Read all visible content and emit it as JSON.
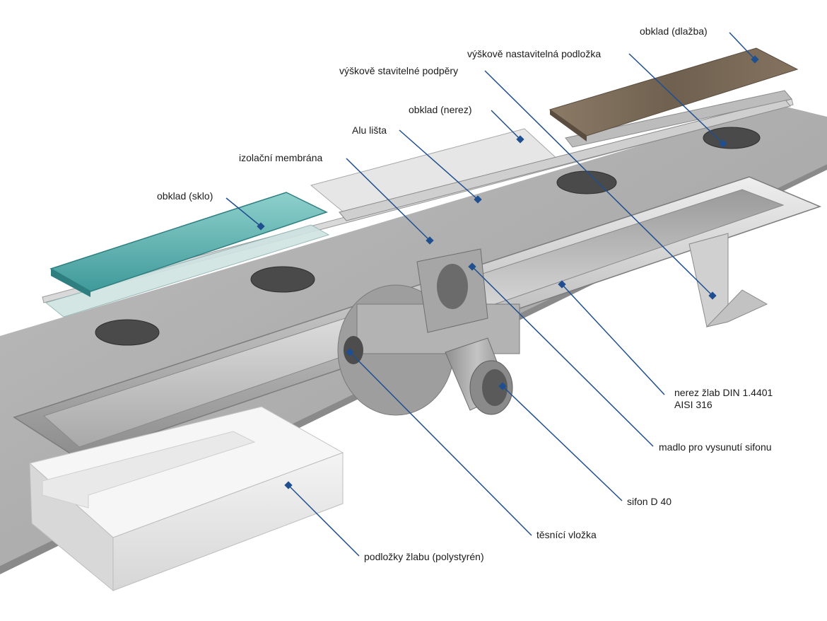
{
  "colors": {
    "leader_line": "#1f4f8f",
    "floor": "#b4b4b4",
    "stainless": "#c9c9c9",
    "glass": "#5fb5b5",
    "wood": "#7a6a58",
    "polystyrene": "#e4e4e4"
  },
  "callouts": [
    {
      "id": "obklad-dlazba",
      "text": "obklad (dlažba)"
    },
    {
      "id": "vyskove-nastavitelna-podlozka",
      "text": "výškově nastavitelná podložka"
    },
    {
      "id": "vyskove-stavitelne-podpery",
      "text": "výškově stavitelné podpěry"
    },
    {
      "id": "obklad-nerez",
      "text": "obklad (nerez)"
    },
    {
      "id": "alu-lista",
      "text": "Alu lišta"
    },
    {
      "id": "izolacni-membrana",
      "text": "izolační membrána"
    },
    {
      "id": "obklad-sklo",
      "text": "obklad (sklo)"
    },
    {
      "id": "nerez-zlab",
      "text": "nerez žlab DIN 1.4401",
      "text2": "AISI 316"
    },
    {
      "id": "madlo",
      "text": "madlo pro vysunutí sifonu"
    },
    {
      "id": "sifon",
      "text": "sifon D 40"
    },
    {
      "id": "tesnici-vlozka",
      "text": "těsnící vložka"
    },
    {
      "id": "podlozky-zlabu",
      "text": "podložky žlabu (polystyrén)"
    }
  ]
}
